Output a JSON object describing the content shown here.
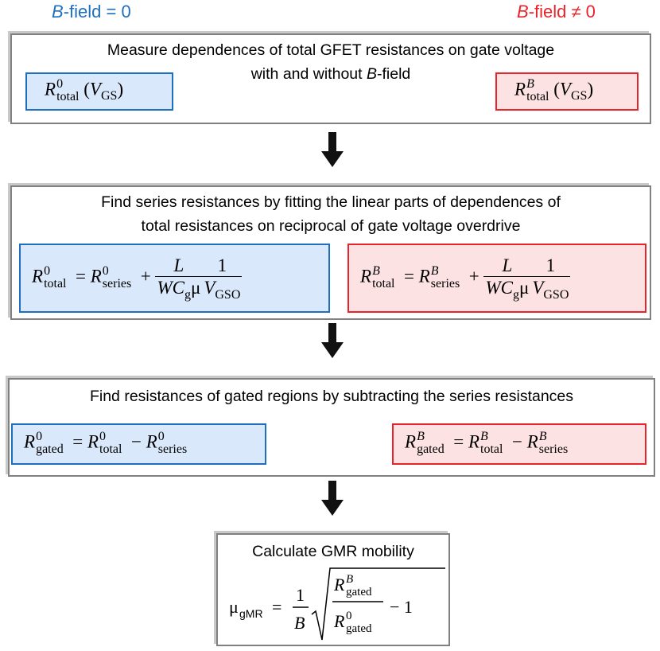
{
  "headers": {
    "left_italic": "B",
    "left_rest": "-field = 0",
    "right_italic": "B",
    "right_rest": "-field ≠ 0",
    "left_color": "#1f6fbf",
    "right_color": "#e8232a"
  },
  "step1": {
    "line1": "Measure dependences of total GFET resistances on gate voltage",
    "line2_pre": "with and without ",
    "line2_italic": "B",
    "line2_post": "-field",
    "left_formula": {
      "sym": "R",
      "sup": "0",
      "sub": "total",
      "arg": "V",
      "arg_sub": "GS"
    },
    "right_formula": {
      "sym": "R",
      "sup": "B",
      "sub": "total",
      "arg": "V",
      "arg_sub": "GS"
    }
  },
  "step2": {
    "line1": "Find series resistances by fitting the linear parts of dependences of",
    "line2": "total resistances on reciprocal of gate voltage overdrive",
    "left": {
      "sup": "0"
    },
    "right": {
      "sup": "B"
    },
    "total": "total",
    "series": "series",
    "frac1_num": "L",
    "frac1_den": "WC",
    "cg_sub": "g",
    "mu": "μ",
    "frac2_num": "1",
    "frac2_den_sub": "GSO"
  },
  "step3": {
    "line1": "Find resistances of gated regions by subtracting the series resistances",
    "gated": "gated",
    "total": "total",
    "series": "series",
    "left": {
      "sup": "0"
    },
    "right": {
      "sup": "B"
    }
  },
  "step4": {
    "title": "Calculate GMR mobility",
    "mu_sub": "gMR",
    "one": "1",
    "B": "B",
    "minus_one": "− 1"
  },
  "arrow_color": "#111111"
}
